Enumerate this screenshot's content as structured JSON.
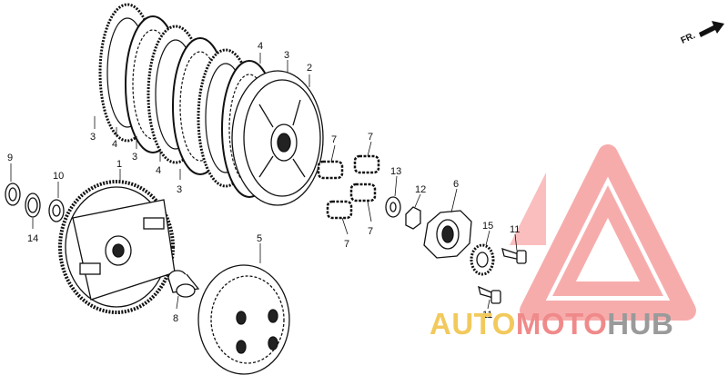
{
  "diagram": {
    "callouts": [
      {
        "id": "c3a",
        "text": "3"
      },
      {
        "id": "c4a",
        "text": "4"
      },
      {
        "id": "c3b",
        "text": "3"
      },
      {
        "id": "c4b",
        "text": "4"
      },
      {
        "id": "c3c",
        "text": "3"
      },
      {
        "id": "c4c",
        "text": "4"
      },
      {
        "id": "c3d",
        "text": "3"
      },
      {
        "id": "c2",
        "text": "2"
      },
      {
        "id": "c9",
        "text": "9"
      },
      {
        "id": "c10",
        "text": "10"
      },
      {
        "id": "c14",
        "text": "14"
      },
      {
        "id": "c1",
        "text": "1"
      },
      {
        "id": "c8",
        "text": "8"
      },
      {
        "id": "c5",
        "text": "5"
      },
      {
        "id": "c7a",
        "text": "7"
      },
      {
        "id": "c7b",
        "text": "7"
      },
      {
        "id": "c7c",
        "text": "7"
      },
      {
        "id": "c7d",
        "text": "7"
      },
      {
        "id": "c13",
        "text": "13"
      },
      {
        "id": "c12",
        "text": "12"
      },
      {
        "id": "c6",
        "text": "6"
      },
      {
        "id": "c15",
        "text": "15"
      },
      {
        "id": "c11a",
        "text": "11"
      },
      {
        "id": "c11b",
        "text": "11"
      }
    ],
    "direction_label": "FR."
  },
  "watermark": {
    "part1": "AUTO",
    "part2": "MOTO",
    "part3": "HUB",
    "color1": "#f2c95c",
    "color2": "#f08a8a",
    "color3": "#9a9a9a",
    "logo_color": "#f26a6a"
  }
}
